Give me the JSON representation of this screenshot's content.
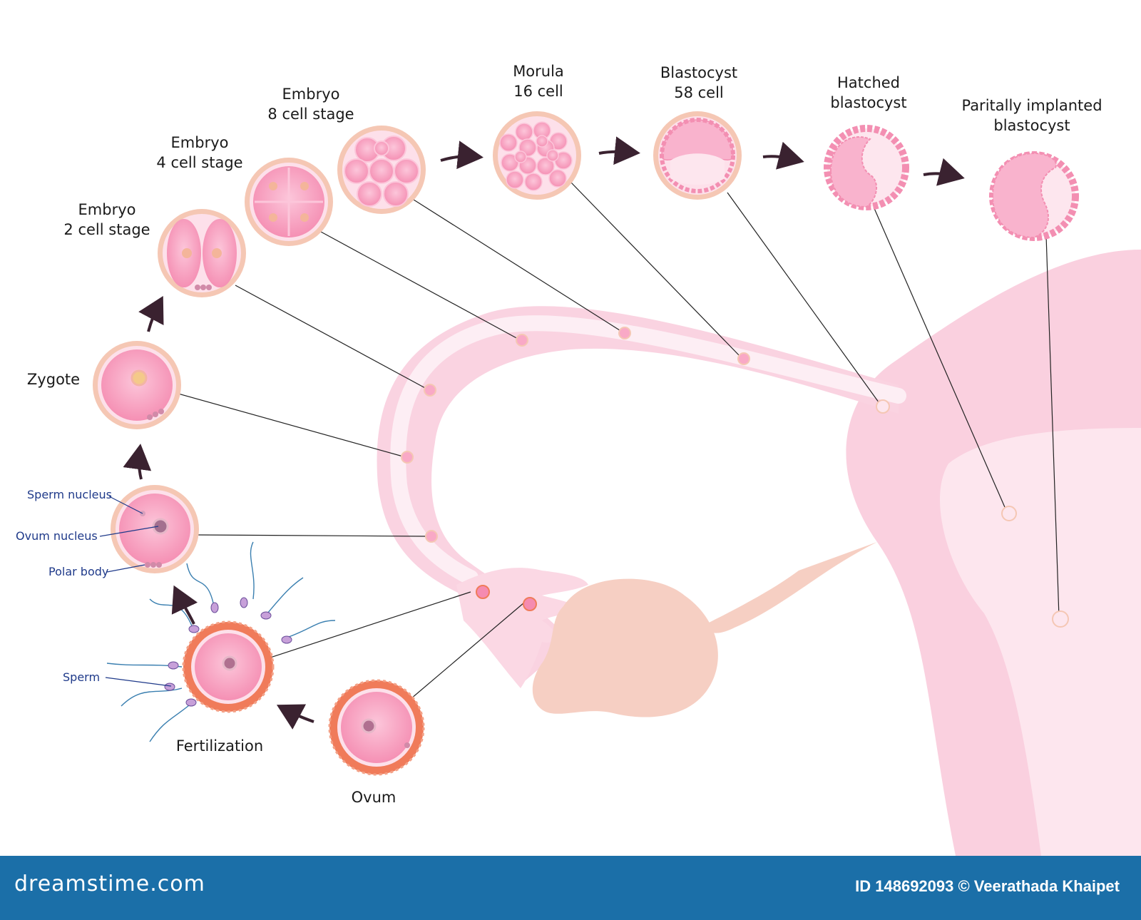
{
  "stages": {
    "ovum": "Ovum",
    "fertilization": "Fertilization",
    "zygote": "Zygote",
    "embryo2": {
      "line1": "Embryo",
      "line2": "2 cell stage"
    },
    "embryo4": {
      "line1": "Embryo",
      "line2": "4 cell stage"
    },
    "embryo8": {
      "line1": "Embryo",
      "line2": "8 cell stage"
    },
    "morula": {
      "line1": "Morula",
      "line2": "16 cell"
    },
    "blastocyst": {
      "line1": "Blastocyst",
      "line2": "58 cell"
    },
    "hatched": {
      "line1": "Hatched",
      "line2": "blastocyst"
    },
    "implanted": {
      "line1": "Paritally implanted",
      "line2": "blastocyst"
    }
  },
  "parts": {
    "sperm_nucleus": "Sperm nucleus",
    "ovum_nucleus": "Ovum nucleus",
    "polar_body": "Polar body",
    "sperm": "Sperm"
  },
  "footer": {
    "brand": "dreamstime.com",
    "credit": "ID 148692093 © Veerathada Khaipet"
  },
  "colors": {
    "cell_fill": "#f9a9c6",
    "cell_ring": "#f2b8a8",
    "ovum_corona": "#f07b5a",
    "tube": "#fad3e1",
    "ovary": "#f6cfc3",
    "footer_bg": "#1b6fa8"
  }
}
